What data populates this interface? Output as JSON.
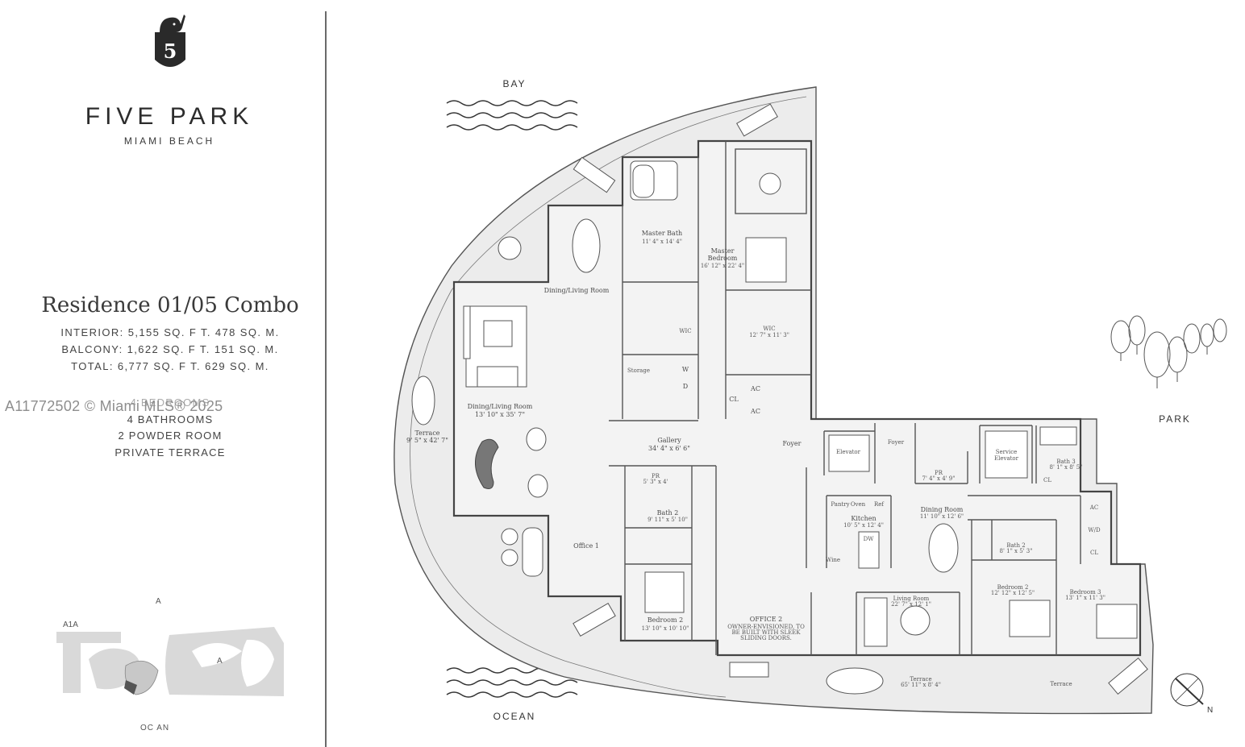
{
  "brand": {
    "name": "FIVE PARK",
    "location": "MIAMI BEACH",
    "logo_numeral": "5"
  },
  "residence": {
    "title": "Residence 01/05 Combo",
    "interior": "INTERIOR: 5,155 SQ. F T.  478 SQ. M.",
    "balcony": "BALCONY: 1,622 SQ. F T.  151 SQ. M.",
    "total": "TOTAL: 6,777 SQ. F T.  629 SQ. M."
  },
  "features": [
    "4 BEDROOMS",
    "4 BATHROOMS",
    "2 POWDER ROOM",
    "PRIVATE TERRACE"
  ],
  "watermark": "A11772502 © Miami MLS® 2025",
  "site_map": {
    "label_top": "A",
    "label_a1a": "A1A",
    "label_mid": "A",
    "label_bottom": "OC AN"
  },
  "directions": {
    "bay": "BAY",
    "ocean": "OCEAN",
    "park": "PARK",
    "north": "N"
  },
  "rooms": {
    "master_bath": {
      "name": "Master Bath",
      "dims": "11' 4\" x 14' 4\""
    },
    "master_bedroom": {
      "name": "Master",
      "name2": "Bedroom",
      "dims": "16' 12\" x 22' 4\""
    },
    "dining_living_top": {
      "name": "Dining/Living Room"
    },
    "wic_1": {
      "name": "WIC"
    },
    "wic_2": {
      "name": "WIC",
      "dims": "12' 7\" x 11' 3\""
    },
    "storage": {
      "name": "Storage"
    },
    "w": {
      "name": "W"
    },
    "d": {
      "name": "D"
    },
    "cl_1": {
      "name": "CL"
    },
    "ac_1": {
      "name": "AC"
    },
    "ac_2": {
      "name": "AC"
    },
    "dining_living": {
      "name": "Dining/Living Room",
      "dims": "13' 10\" x 35' 7\""
    },
    "terrace_west": {
      "name": "Terrace",
      "dims": "9' 5\" x 42' 7\""
    },
    "gallery": {
      "name": "Gallery",
      "dims": "34' 4\" x 6' 6\""
    },
    "foyer_1": {
      "name": "Foyer"
    },
    "elevator": {
      "name": "Elevator"
    },
    "foyer_2": {
      "name": "Foyer"
    },
    "service_elevator": {
      "name": "Service",
      "name2": "Elevator"
    },
    "pr_1": {
      "name": "PR",
      "dims": "5' 3\" x 4'"
    },
    "bath_2a": {
      "name": "Bath 2",
      "dims": "9' 11\" x 5' 10\""
    },
    "office_1": {
      "name": "Office 1"
    },
    "bedroom_2a": {
      "name": "Bedroom 2",
      "dims": "13' 10\" x 10' 10\""
    },
    "office_2": {
      "name": "OFFICE 2",
      "note1": "OWNER-ENVISIONED, TO",
      "note2": "BE BUILT WITH SLEEK",
      "note3": "SLIDING DOORS."
    },
    "pantry": {
      "name": "Pantry"
    },
    "oven": {
      "name": "Oven"
    },
    "ref": {
      "name": "Ref"
    },
    "kitchen": {
      "name": "Kitchen",
      "dims": "10' 5\" x 12' 4\""
    },
    "dw": {
      "name": "DW"
    },
    "wine": {
      "name": "Wine"
    },
    "pr_2": {
      "name": "PR",
      "dims": "7' 4\" x 4' 9\""
    },
    "bath_3": {
      "name": "Bath 3",
      "dims": "8' 1\" x 8' 5\""
    },
    "cl_2": {
      "name": "CL"
    },
    "dining_room": {
      "name": "Dining Room",
      "dims": "11' 10\" x 12' 6\""
    },
    "bath_2b": {
      "name": "Bath 2",
      "dims": "8' 1\" x 5' 3\""
    },
    "ac_3": {
      "name": "AC"
    },
    "wd": {
      "name": "W/D"
    },
    "cl_3": {
      "name": "CL"
    },
    "living_room": {
      "name": "Living Room",
      "dims": "22' 7\" x 12' 1\""
    },
    "bedroom_2b": {
      "name": "Bedroom 2",
      "dims": "12' 12\" x 12' 5\""
    },
    "bedroom_3": {
      "name": "Bedroom 3",
      "dims": "13' 1\" x 11' 3\""
    },
    "terrace_south": {
      "name": "Terrace",
      "dims": "65' 11\" x 8' 4\""
    },
    "terrace_east": {
      "name": "Terrace"
    }
  }
}
